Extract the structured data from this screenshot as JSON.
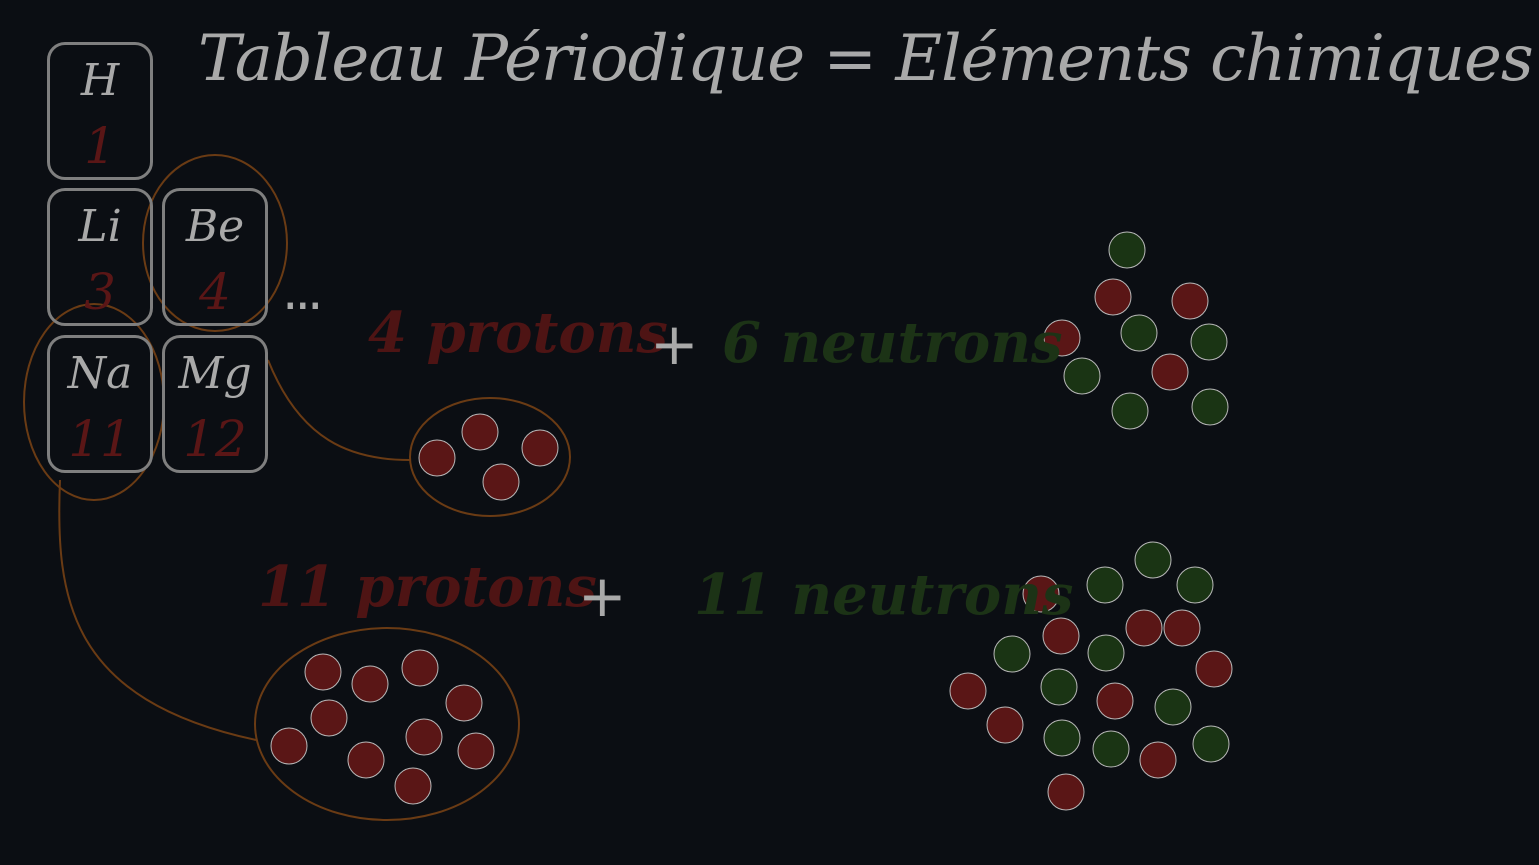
{
  "title": "Tableau Périodique = Eléments chimiques",
  "elements": [
    {
      "symbol": "H",
      "number": "1"
    },
    {
      "symbol": "Li",
      "number": "3"
    },
    {
      "symbol": "Be",
      "number": "4"
    },
    {
      "symbol": "Na",
      "number": "11"
    },
    {
      "symbol": "Mg",
      "number": "12"
    }
  ],
  "ellipsis": "...",
  "beryllium": {
    "protons_label": "4 protons",
    "plus": "+",
    "neutrons_label": "6 neutrons"
  },
  "sodium": {
    "protons_label": "11 protons",
    "plus": "+",
    "neutrons_label": "11 neutrons"
  },
  "colors": {
    "proton": "#5a1616",
    "neutron": "#1a3414",
    "link": "#6a3b14",
    "text": "#a9a9a9",
    "background": "#0b0e13"
  }
}
